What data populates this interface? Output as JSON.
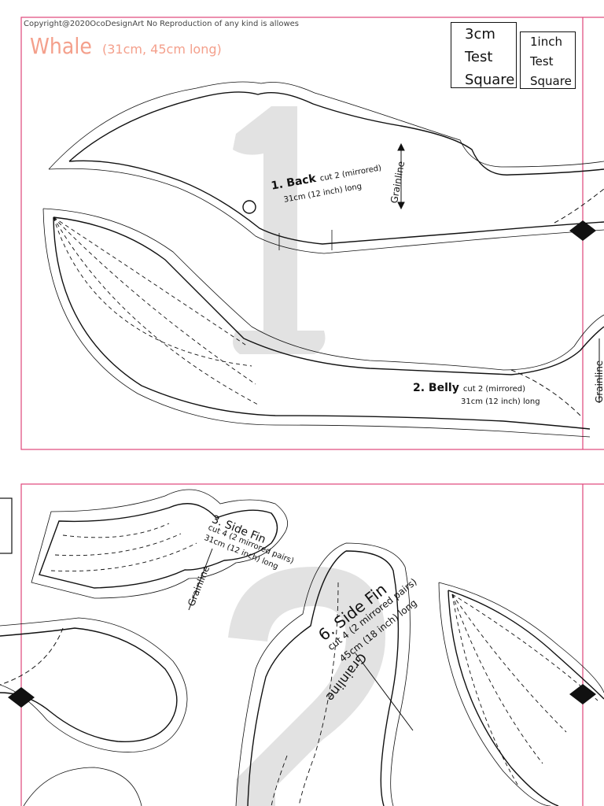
{
  "copyright": "Copyright@2020OcoDesignArt No Reproduction of any kind is allowes",
  "title": "Whale",
  "subtitle": "(31cm, 45cm long)",
  "test_square_cm": [
    "3cm",
    "Test",
    "Square"
  ],
  "test_square_inch": [
    "1inch",
    "Test",
    "Square"
  ],
  "page_numbers": [
    "1",
    "2"
  ],
  "pieces": {
    "back": {
      "name": "1. Back",
      "cut": "cut 2 (mirrored)",
      "length": "31cm (12 inch) long",
      "grainline": "Grainline"
    },
    "belly": {
      "name": "2. Belly",
      "cut": "cut 2 (mirrored)",
      "length": "31cm (12 inch) long",
      "grainline": "Grainline"
    },
    "side_fin_3": {
      "name": "3. Side Fin",
      "cut": "cut 4 (2 mirrored pairs)",
      "length": "31cm (12 inch) long",
      "grainline": "Grainline"
    },
    "side_fin_6": {
      "name": "6. Side Fin",
      "cut": "cut 4 (2 mirrored pairs)",
      "length": "45cm (18 inch) long",
      "grainline": "Grainline"
    }
  },
  "colors": {
    "page_border": "#e0457a",
    "title": "#f4a08c",
    "watermark": "#e2e2e2",
    "line": "#111111"
  }
}
